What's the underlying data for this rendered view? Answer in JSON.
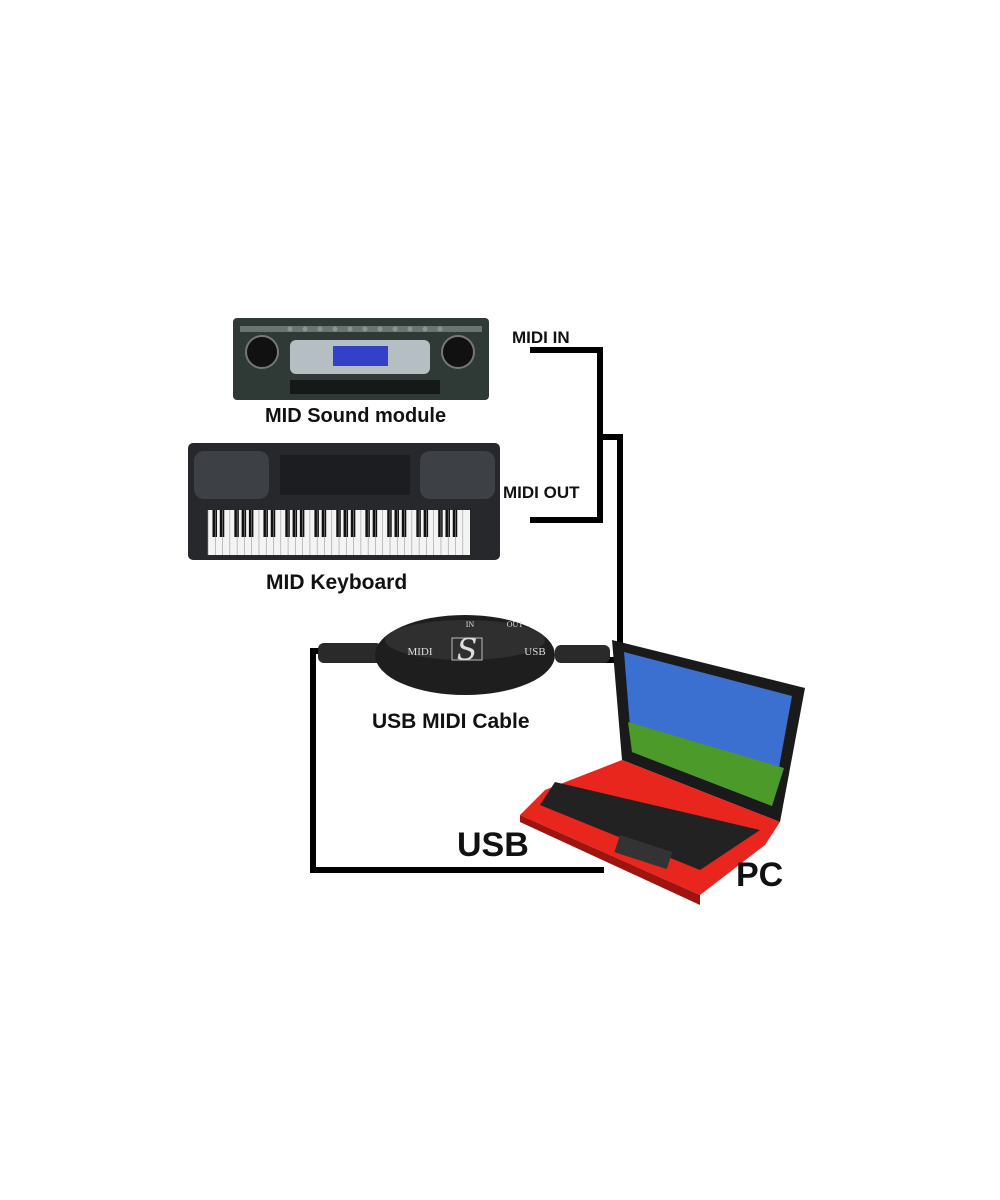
{
  "labels": {
    "sound_module": "MID Sound module",
    "keyboard": "MID Keyboard",
    "midi_in": "MIDI IN",
    "midi_out": "MIDI OUT",
    "usb_midi_cable": "USB MIDI Cable",
    "usb": "USB",
    "pc": "PC"
  },
  "cable_body": {
    "midi": "MIDI",
    "usb": "USB",
    "in": "IN",
    "out": "OUT"
  },
  "colors": {
    "wire": "#000000",
    "laptop_body": "#e8261e",
    "screen_sky": "#3b6fd0",
    "screen_grass": "#4c9a2a",
    "module_display": "#3340c8"
  }
}
